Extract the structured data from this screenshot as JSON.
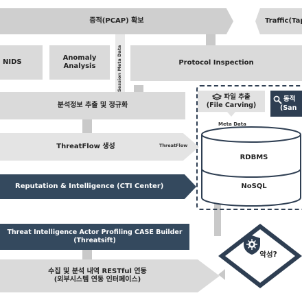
{
  "top": {
    "capture_label": "증적(PCAP) 확보",
    "traffic_label": "Traffic(Tap"
  },
  "detectors": {
    "nids_label": "NIDS",
    "anomaly_label_1": "Anomaly",
    "anomaly_label_2": "Analysis",
    "protocol_label": "Protocol Inspection",
    "session_meta_label": "Session Meta Data"
  },
  "extract": {
    "label": "분석정보 추출 및 정규화"
  },
  "file_carving": {
    "label_1": "파일 추출",
    "label_2": "(File Carving)",
    "meta_label": "Meta Data",
    "icon": "layers-icon"
  },
  "sandbox": {
    "label_1": "동적",
    "label_2": "(San",
    "icon": "magnifier-icon"
  },
  "threatflow": {
    "label": "ThreatFlow 생성",
    "edge_label": "ThreatFlow"
  },
  "database": {
    "rdbms_label": "RDBMS",
    "nosql_label": "NoSQL"
  },
  "reputation": {
    "label": "Reputation & Intelligence (CTI Center)"
  },
  "case_builder": {
    "label_1": "Threat Intelligence Actor Profiling CASE Builder",
    "label_2": "(Threatsift)"
  },
  "decision": {
    "label": "악성?",
    "icon": "shield-virus-icon"
  },
  "restful": {
    "label_1": "수집 및 분석 내역 RESTful 연동",
    "label_2": "(외부시스템 연동 인터페이스)"
  },
  "colors": {
    "navy": "#2e3e52",
    "light_gray": "#dadada"
  }
}
